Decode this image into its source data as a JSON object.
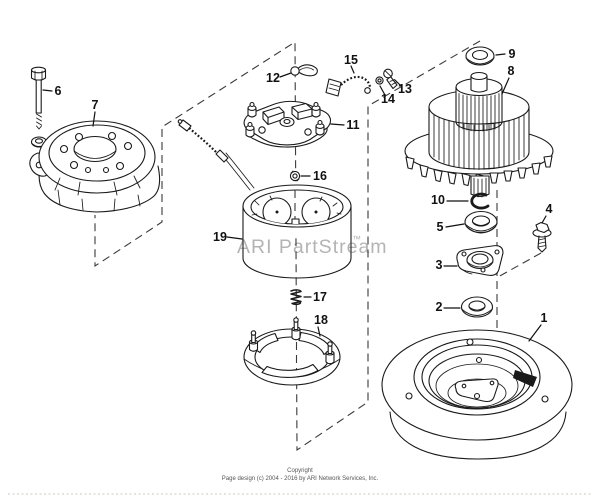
{
  "diagram": {
    "watermark": {
      "text": "ARI PartStream",
      "tm": "™",
      "color": "#b4b4b4"
    },
    "footer": {
      "line1": "Copyright",
      "line2": "Page design (c) 2004 - 2016 by ARI Network Services, Inc."
    },
    "callouts": [
      "1",
      "2",
      "3",
      "4",
      "5",
      "6",
      "7",
      "8",
      "9",
      "10",
      "11",
      "12",
      "13",
      "14",
      "15",
      "16",
      "17",
      "18",
      "19"
    ],
    "ink_color": "#1a1a1a"
  }
}
